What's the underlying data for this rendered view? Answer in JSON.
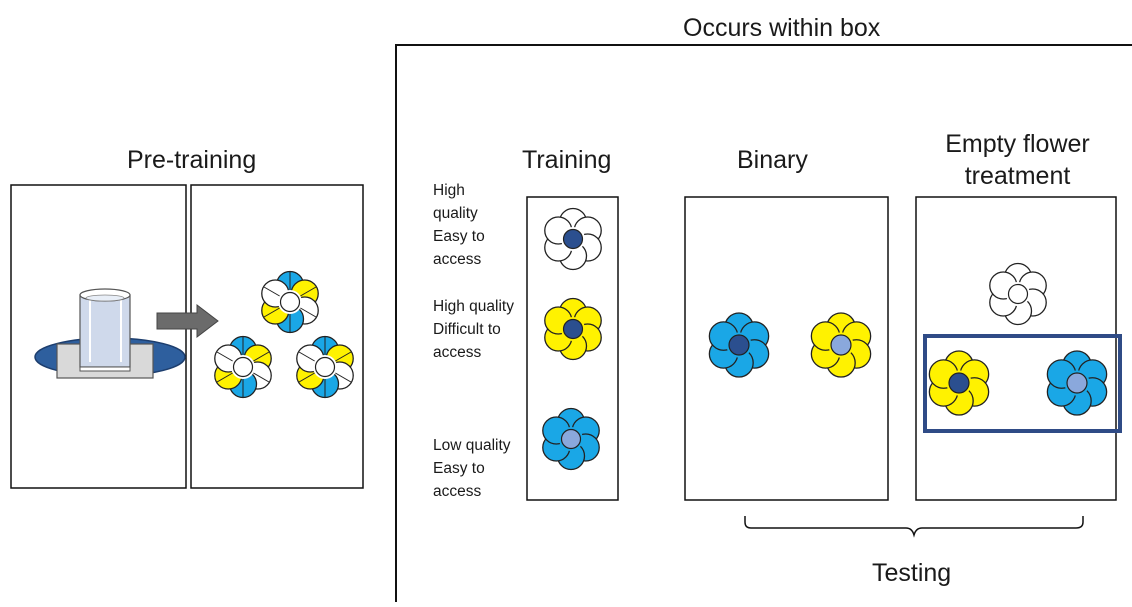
{
  "box_title": "Occurs within box",
  "pretraining": {
    "title": "Pre-training"
  },
  "training": {
    "title": "Training",
    "rows": [
      {
        "label": "High quality Easy to access",
        "petal_color": "#ffffff",
        "center_color": "#2b4f8f"
      },
      {
        "label": "High quality Difficult to access",
        "petal_color": "#fff200",
        "center_color": "#2b4f8f"
      },
      {
        "label": "Low quality Easy to access",
        "petal_color": "#1aa7e6",
        "center_color": "#8aa8dc"
      }
    ]
  },
  "binary": {
    "title": "Binary"
  },
  "empty_flower": {
    "title": "Empty flower treatment"
  },
  "testing": {
    "label": "Testing"
  },
  "colors": {
    "dark_center": "#2b4f8f",
    "light_center": "#8aa8dc",
    "blue_petal": "#1aa7e6",
    "yellow_petal": "#fff200",
    "highlight_box": "#2f4b86",
    "dish": "#2e5f9e",
    "arrow": "#6b6b6b"
  },
  "icons": [
    "flower-icon",
    "feeder-icon",
    "arrow-right-icon"
  ]
}
